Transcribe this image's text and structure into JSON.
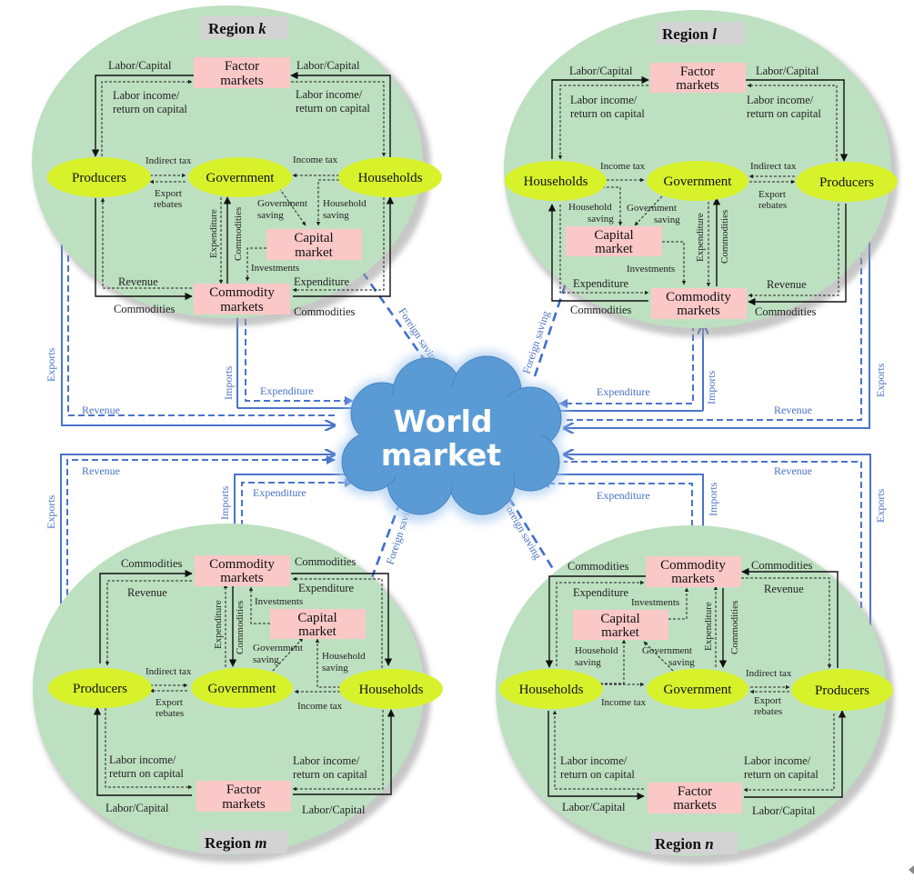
{
  "world_market": {
    "line1": "World",
    "line2": "market"
  },
  "regions": {
    "k": {
      "title_prefix": "Region ",
      "title_var": "k",
      "factor_markets": [
        "Factor",
        "markets"
      ],
      "commodity_markets": [
        "Commodity",
        "markets"
      ],
      "capital_market": [
        "Capital",
        "market"
      ],
      "producers": "Producers",
      "government": "Government",
      "households": "Households",
      "labor_capital_left": "Labor/Capital",
      "labor_capital_right": "Labor/Capital",
      "labor_income_left": [
        "Labor income/",
        "return on capital"
      ],
      "labor_income_right": [
        "Labor income/",
        "return on capital"
      ],
      "indirect_tax": "Indirect tax",
      "export_rebates": [
        "Export",
        "rebates"
      ],
      "income_tax": "Income tax",
      "government_saving": [
        "Government",
        "saving"
      ],
      "household_saving": [
        "Household",
        "saving"
      ],
      "expenditure_vertical": "Expenditure",
      "commodities_vertical": "Commodities",
      "investments": "Investments",
      "revenue": "Revenue",
      "expenditure": "Expenditure",
      "commodities_left": "Commodities",
      "commodities_right": "Commodities"
    },
    "l": {
      "title_prefix": "Region ",
      "title_var": "l",
      "factor_markets": [
        "Factor",
        "markets"
      ],
      "commodity_markets": [
        "Commodity",
        "markets"
      ],
      "capital_market": [
        "Capital",
        "market"
      ],
      "producers": "Producers",
      "government": "Government",
      "households": "Households",
      "labor_capital_left": "Labor/Capital",
      "labor_capital_right": "Labor/Capital",
      "labor_income_left": [
        "Labor income/",
        "return on capital"
      ],
      "labor_income_right": [
        "Labor income/",
        "return on capital"
      ],
      "indirect_tax": "Indirect tax",
      "export_rebates": [
        "Export",
        "rebates"
      ],
      "income_tax": "Income tax",
      "government_saving": [
        "Government",
        "saving"
      ],
      "household_saving": [
        "Household",
        "saving"
      ],
      "expenditure_vertical": "Expenditure",
      "commodities_vertical": "Commodities",
      "investments": "Investments",
      "revenue": "Revenue",
      "expenditure": "Expenditure",
      "commodities_left": "Commodities",
      "commodities_right": "Commodities"
    },
    "m": {
      "title_prefix": "Region ",
      "title_var": "m",
      "factor_markets": [
        "Factor",
        "markets"
      ],
      "commodity_markets": [
        "Commodity",
        "markets"
      ],
      "capital_market": [
        "Capital",
        "market"
      ],
      "producers": "Producers",
      "government": "Government",
      "households": "Households",
      "labor_capital_left": "Labor/Capital",
      "labor_capital_right": "Labor/Capital",
      "labor_income_left": [
        "Labor income/",
        "return on capital"
      ],
      "labor_income_right": [
        "Labor income/",
        "return on capital"
      ],
      "indirect_tax": "Indirect tax",
      "export_rebates": [
        "Export",
        "rebates"
      ],
      "income_tax": "Income tax",
      "government_saving": [
        "Government",
        "saving"
      ],
      "household_saving": [
        "Household",
        "saving"
      ],
      "expenditure_vertical": "Expenditure",
      "commodities_vertical": "Commodities",
      "investments": "Investments",
      "revenue": "Revenue",
      "expenditure": "Expenditure",
      "commodities_left": "Commodities",
      "commodities_right": "Commodities"
    },
    "n": {
      "title_prefix": "Region ",
      "title_var": "n",
      "factor_markets": [
        "Factor",
        "markets"
      ],
      "commodity_markets": [
        "Commodity",
        "markets"
      ],
      "capital_market": [
        "Capital",
        "market"
      ],
      "producers": "Producers",
      "government": "Government",
      "households": "Households",
      "labor_capital_left": "Labor/Capital",
      "labor_capital_right": "Labor/Capital",
      "labor_income_left": [
        "Labor income/",
        "return on capital"
      ],
      "labor_income_right": [
        "Labor income/",
        "return on capital"
      ],
      "indirect_tax": "Indirect tax",
      "export_rebates": [
        "Export",
        "rebates"
      ],
      "income_tax": "Income tax",
      "government_saving": [
        "Government",
        "saving"
      ],
      "household_saving": [
        "Household",
        "saving"
      ],
      "expenditure_vertical": "Expenditure",
      "commodities_vertical": "Commodities",
      "investments": "Investments",
      "revenue": "Revenue",
      "expenditure": "Expenditure",
      "commodities_left": "Commodities",
      "commodities_right": "Commodities"
    }
  },
  "world_flows": {
    "exports": "Exports",
    "imports": "Imports",
    "revenue": "Revenue",
    "expenditure": "Expenditure",
    "foreign_saving": "Foreign saving"
  },
  "colors": {
    "region_fill": "#bde0c1",
    "market_box": "#fbc8c8",
    "agent_ellipse": "#d7f22b",
    "world_flow": "#4a74cc",
    "cloud": "#5b9bd5"
  }
}
